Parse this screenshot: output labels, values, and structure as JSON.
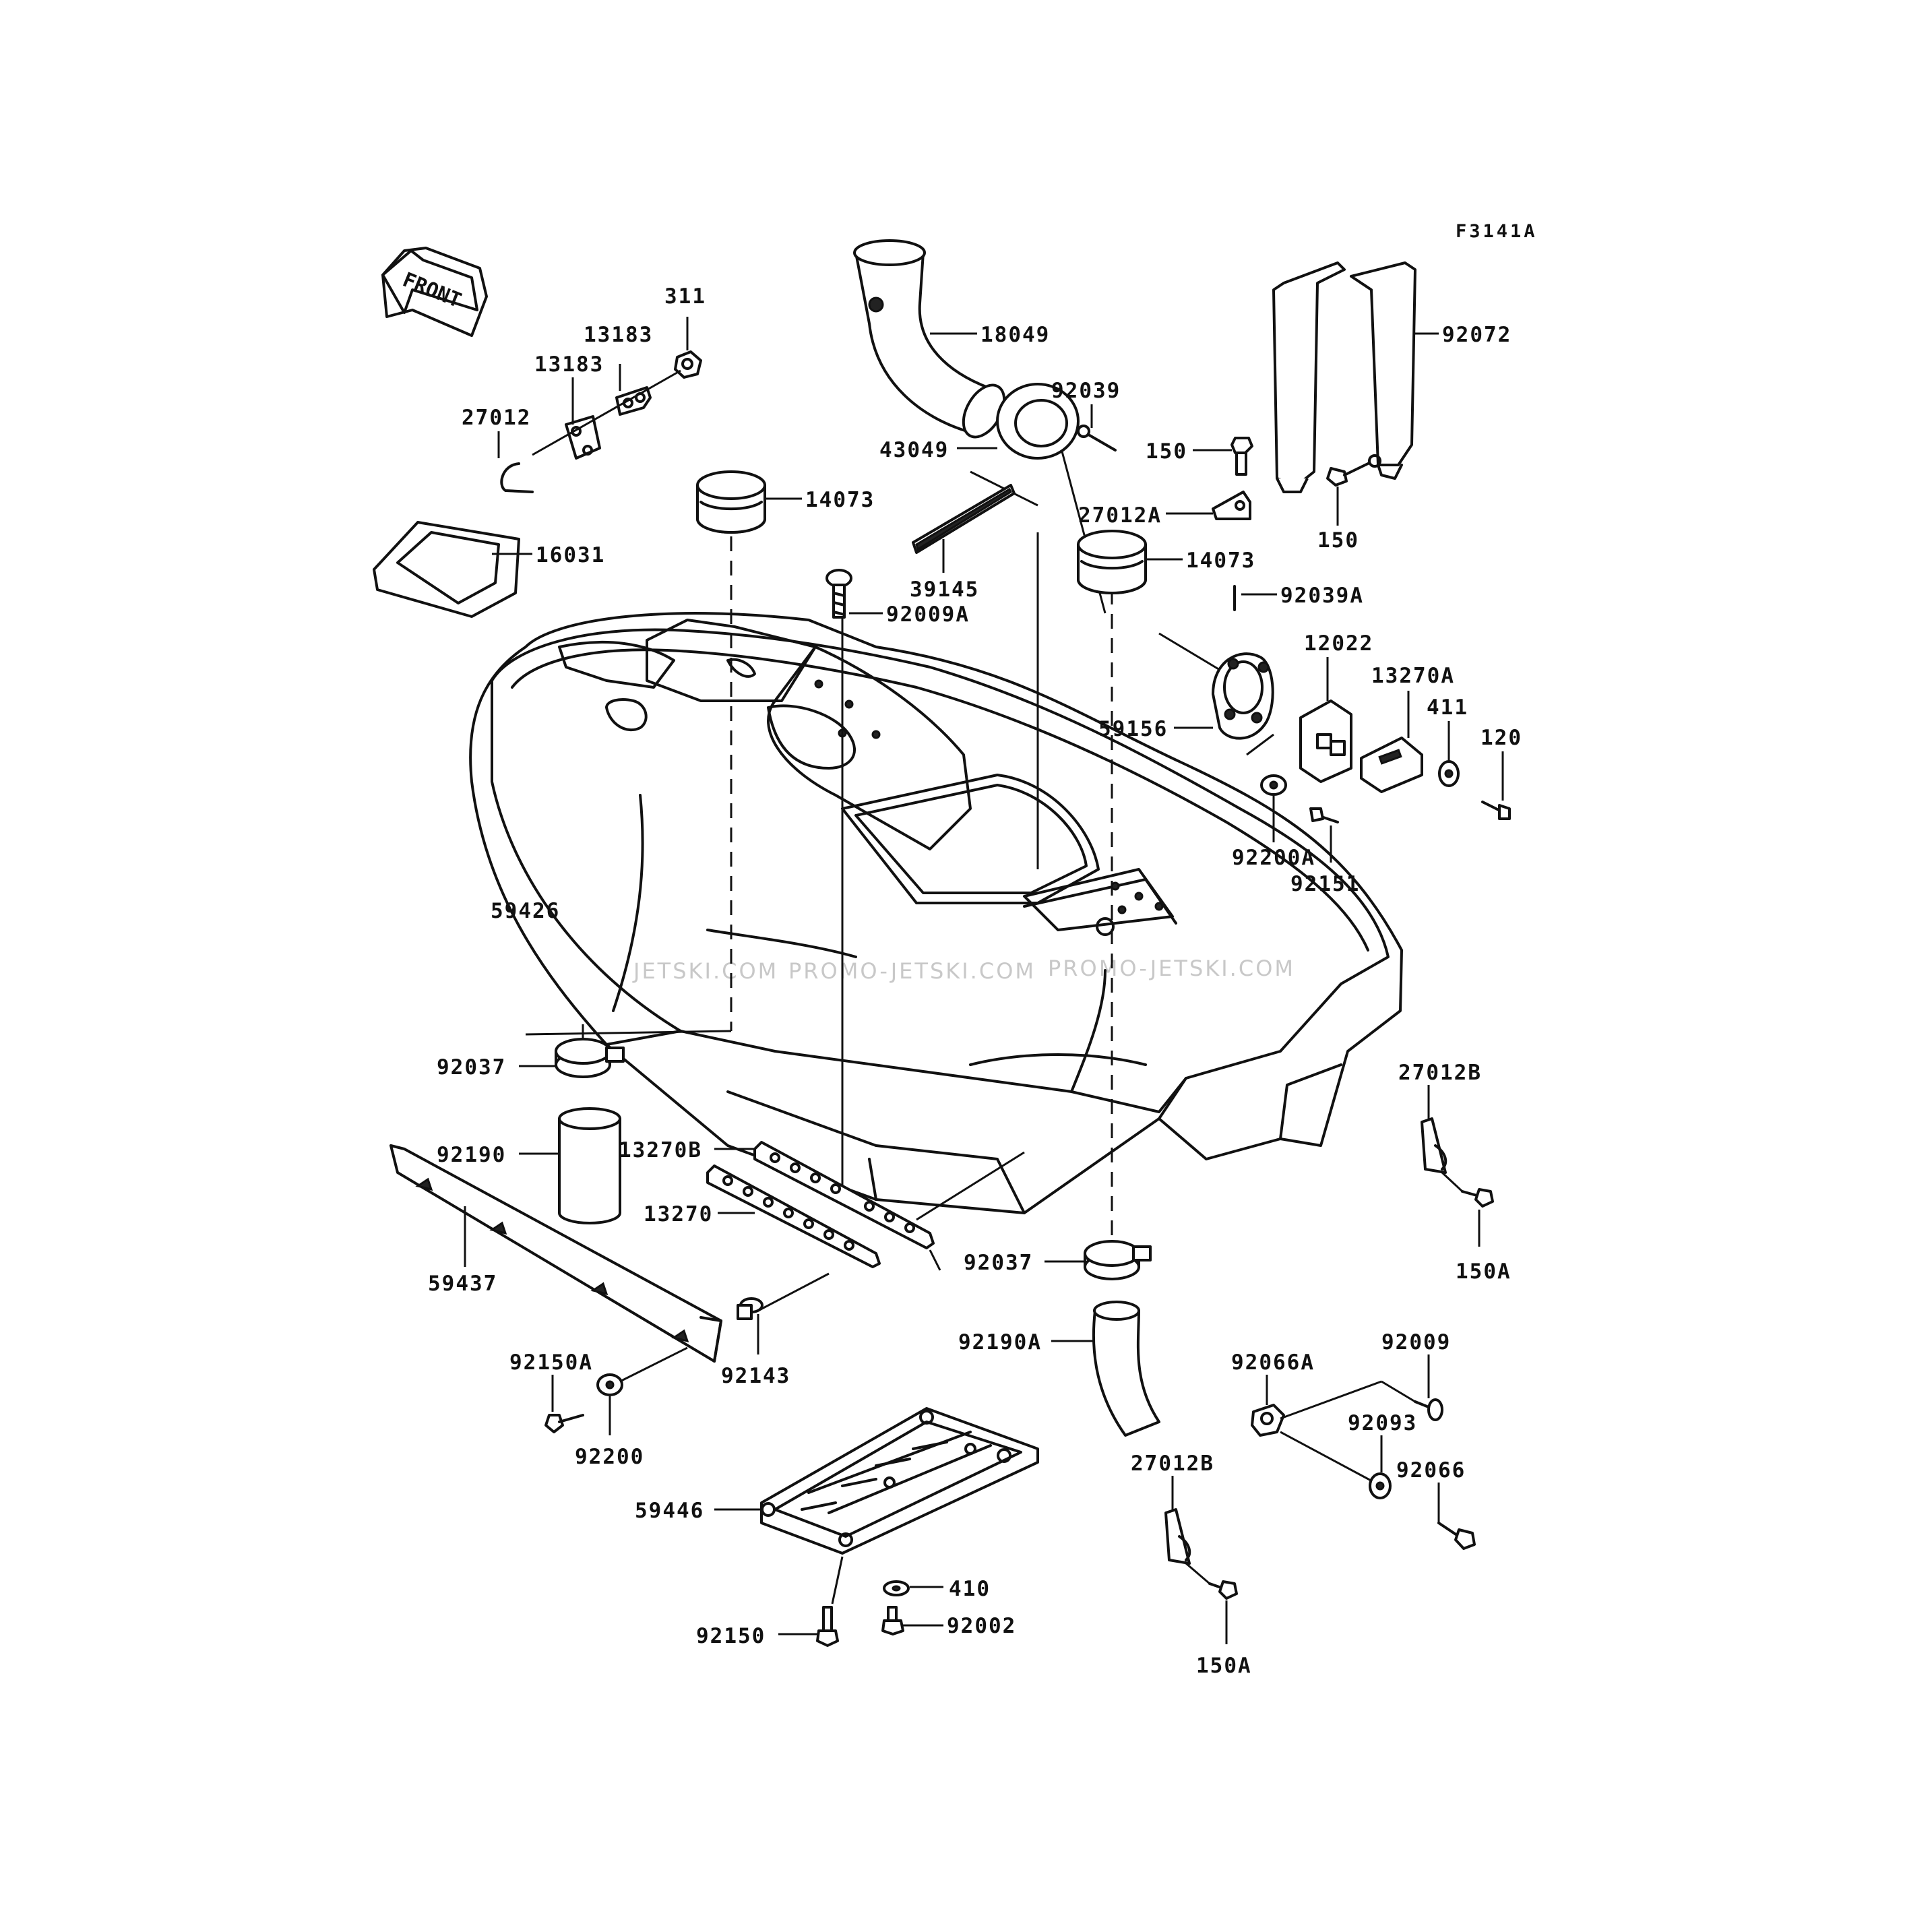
{
  "figure_code": "F3141A",
  "front_label": "FRONT",
  "watermark": [
    "JETSKI.COM",
    "PROMO-JETSKI.COM",
    "PROMO-JETSKI.COM"
  ],
  "labels": {
    "l311": "311",
    "l13183a": "13183",
    "l13183b": "13183",
    "l27012": "27012",
    "l18049": "18049",
    "l92039": "92039",
    "l43049": "43049",
    "l92072": "92072",
    "l150a": "150",
    "l150b": "150",
    "l27012A": "27012A",
    "l14073a": "14073",
    "l14073b": "14073",
    "l16031": "16031",
    "l39145": "39145",
    "l92009A": "92009A",
    "l92039A": "92039A",
    "l12022": "12022",
    "l13270A": "13270A",
    "l411": "411",
    "l120": "120",
    "l59156": "59156",
    "l92200A": "92200A",
    "l92151": "92151",
    "l59426": "59426",
    "l92037a": "92037",
    "l92037b": "92037",
    "l27012Ba": "27012B",
    "l27012Bb": "27012B",
    "l150Aa": "150A",
    "l150Ab": "150A",
    "l92190": "92190",
    "l13270B": "13270B",
    "l13270": "13270",
    "l59437": "59437",
    "l92190A": "92190A",
    "l92150A": "92150A",
    "l92143": "92143",
    "l92200": "92200",
    "l92066A": "92066A",
    "l92009": "92009",
    "l92093": "92093",
    "l92066": "92066",
    "l59446": "59446",
    "l410": "410",
    "l92150": "92150",
    "l92002": "92002"
  }
}
